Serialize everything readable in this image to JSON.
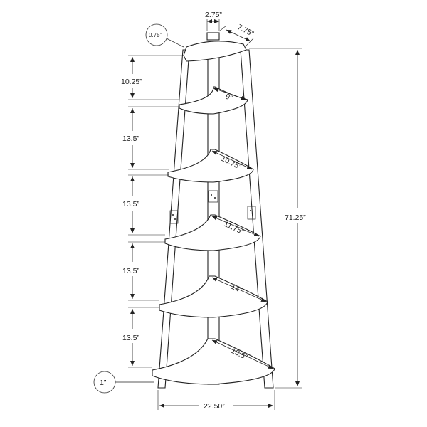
{
  "colors": {
    "line": "#222222",
    "background": "#ffffff"
  },
  "dimensions": {
    "top_width": "2.75”",
    "top_depth": "7.75”",
    "board_thickness": "0.75”",
    "gap_1": "10.25”",
    "gap_2": "13.5”",
    "gap_3": "13.5”",
    "gap_4": "13.5”",
    "gap_5": "13.5”",
    "shelf_1_depth": "9”",
    "shelf_2_depth": "10.75”",
    "shelf_3_depth": "11.75”",
    "shelf_4_depth": "14”",
    "shelf_5_depth": "15.5”",
    "total_height": "71.25”",
    "bottom_clearance": "1”",
    "base_width": "22.50”"
  }
}
